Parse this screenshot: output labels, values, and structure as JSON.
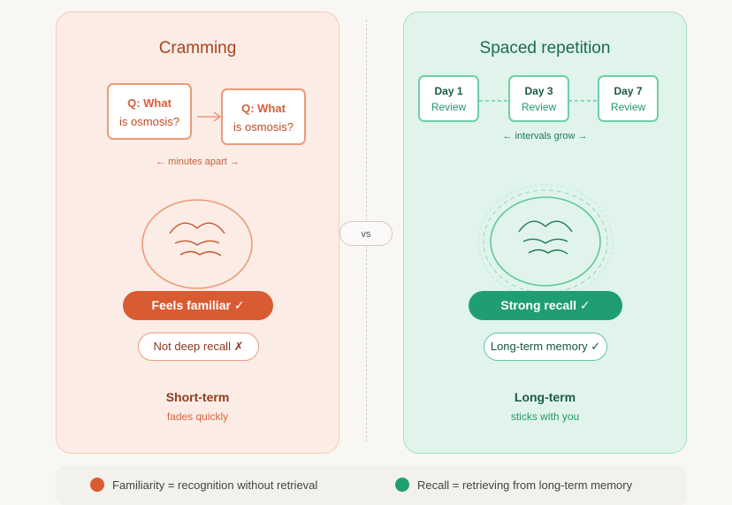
{
  "cramming": {
    "title": "Cramming",
    "cards": [
      {
        "line1": "Q: What",
        "line2": "is osmosis?"
      },
      {
        "line1": "Q: What",
        "line2": "is osmosis?"
      }
    ],
    "caption": "← minutes apart →",
    "pill": "Feels familiar ✓",
    "tag": "Not deep recall ✗",
    "footer_title": "Short-term",
    "footer_sub": "fades quickly",
    "accent": "#d95b31"
  },
  "spaced": {
    "title": "Spaced repetition",
    "cards": [
      {
        "line1": "Day 1",
        "line2": "Review"
      },
      {
        "line1": "Day 3",
        "line2": "Review"
      },
      {
        "line1": "Day 7",
        "line2": "Review"
      }
    ],
    "caption": "← intervals grow →",
    "pill": "Strong recall ✓",
    "tag": "Long-term memory ✓",
    "footer_title": "Long-term",
    "footer_sub": "sticks with you",
    "accent": "#1f9e72"
  },
  "vs_label": "vs",
  "legend": [
    {
      "label": "Familiarity = recognition without retrieval",
      "color": "#d95b31"
    },
    {
      "label": "Recall = retrieving from long-term memory",
      "color": "#1f9e72"
    }
  ]
}
